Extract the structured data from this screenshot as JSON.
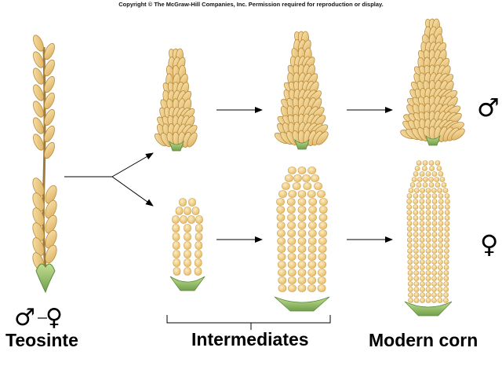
{
  "header": {
    "copyright": "Copyright © The McGraw-Hill Companies, Inc. Permission required for reproduction or display."
  },
  "labels": {
    "teosinte": "Teosinte",
    "intermediates": "Intermediates",
    "modern_corn": "Modern corn"
  },
  "symbols": {
    "male": "♂",
    "female": "♀",
    "teosinte_both_male": "♂",
    "teosinte_both_female": "♀"
  },
  "colors": {
    "spikelet_fill": "#f1d391",
    "spikelet_stroke": "#b98a3c",
    "kernel_fill": "#f5dc9a",
    "kernel_stroke": "#c79a4c",
    "husk_green": "#8fbf6a",
    "arrow": "#000000"
  }
}
